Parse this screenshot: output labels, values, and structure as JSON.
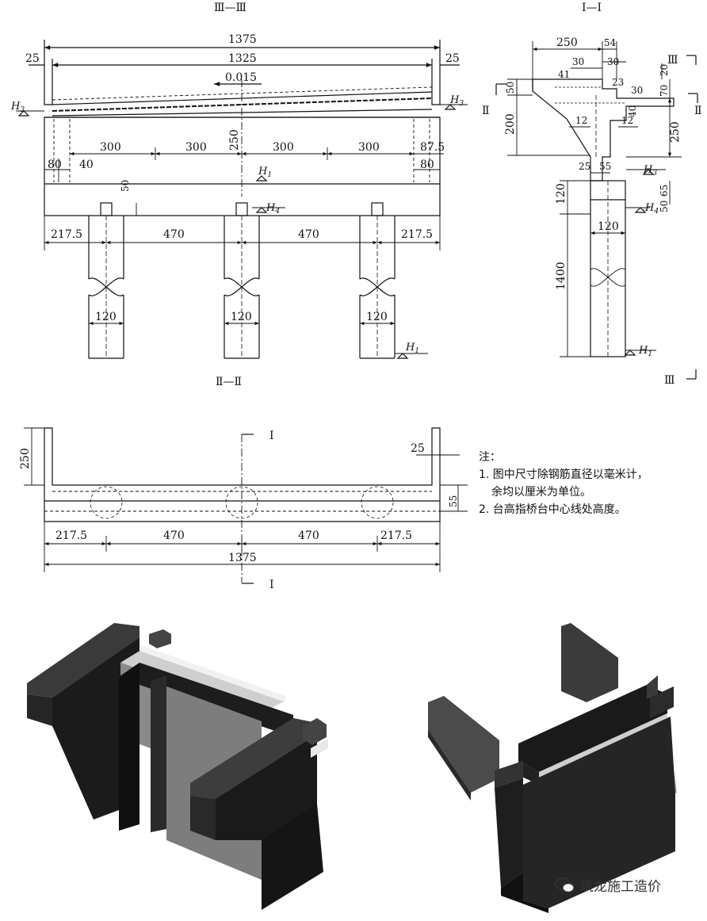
{
  "sections": {
    "s3": "Ⅲ—Ⅲ",
    "s1": "Ⅰ—Ⅰ",
    "s2": "Ⅱ—Ⅱ",
    "mark1": "Ⅰ",
    "mark2": "Ⅱ",
    "mark3": "Ⅲ"
  },
  "elev": {
    "total": "1375",
    "inner": "1325",
    "edge": "25",
    "slope": "0.015",
    "bay": "300",
    "height": "250",
    "end": "87.5",
    "a80": "80",
    "a40": "40",
    "pile_top": "50",
    "end_span": "217.5",
    "span": "470",
    "pile": "120"
  },
  "cross": {
    "top": "250",
    "d54": "54",
    "d30": "30",
    "d41": "41",
    "d23": "23",
    "d20": "20",
    "d70": "70",
    "d50": "50",
    "d200": "200",
    "d40": "40",
    "d12": "12",
    "d25": "25",
    "d55": "55",
    "d250": "250",
    "d120": "120",
    "d65": "65",
    "d1400": "1400",
    "pile": "120"
  },
  "labels": {
    "H": "H",
    "s1": "1",
    "s3": "3",
    "s4": "4"
  },
  "plan": {
    "height": "250",
    "edge": "25",
    "d55": "55",
    "end_span": "217.5",
    "span": "470",
    "total": "1375"
  },
  "notes": {
    "title": "注：",
    "line1": "1. 图中尺寸除钢筋直径以毫米计，",
    "line2": "余均以厘米为单位。",
    "line3": "2. 台高指桥台中心线处高度。"
  },
  "watermark": "筑龙施工造价"
}
